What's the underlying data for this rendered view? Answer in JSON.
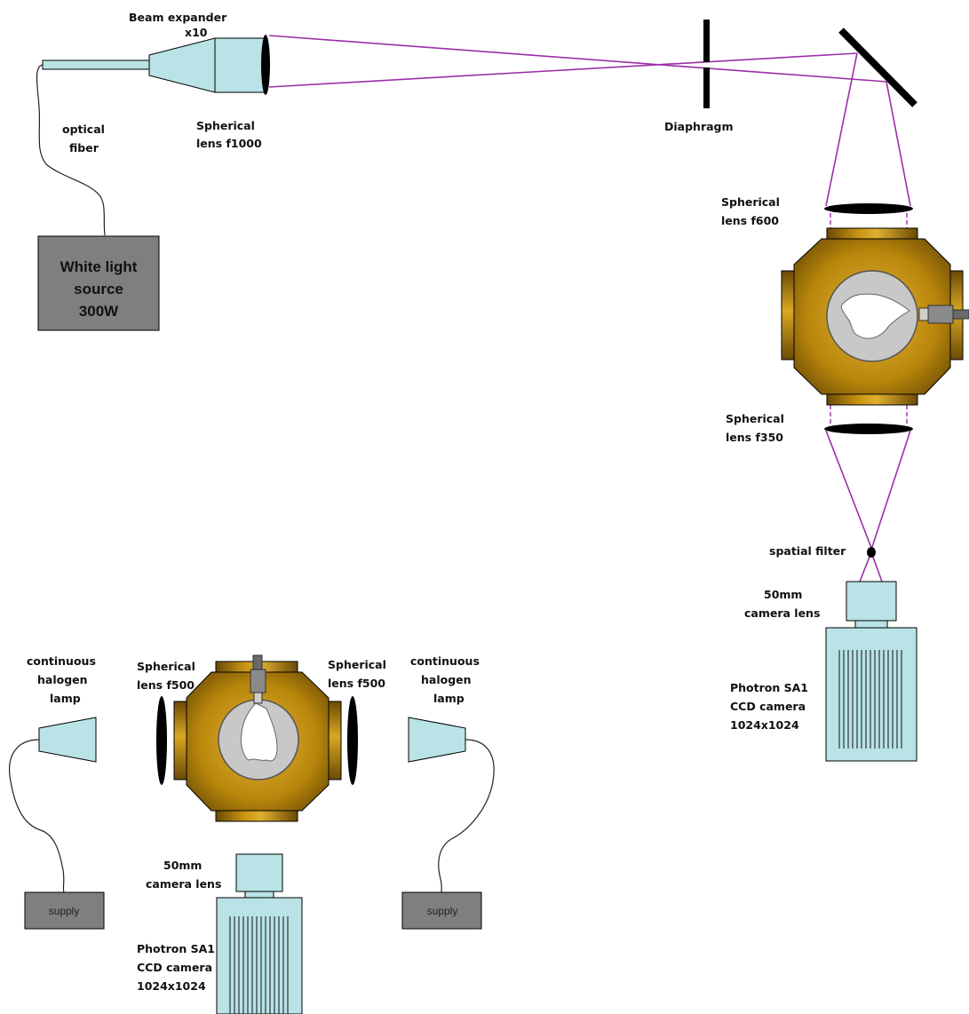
{
  "labels": {
    "beam_expander_line1": "Beam expander",
    "beam_expander_line2": "x10",
    "optical_fiber_line1": "optical",
    "optical_fiber_line2": "fiber",
    "spherical_f1000_line1": "Spherical",
    "spherical_f1000_line2": "lens f1000",
    "white_light_line1": "White light",
    "white_light_line2": "source",
    "white_light_line3": "300W",
    "diaphragm": "Diaphragm",
    "spherical_f600_line1": "Spherical",
    "spherical_f600_line2": "lens f600",
    "spherical_f350_line1": "Spherical",
    "spherical_f350_line2": "lens f350",
    "spatial_filter": "spatial filter",
    "cam_lens_right_line1": "50mm",
    "cam_lens_right_line2": "camera lens",
    "camera_right_line1": "Photron SA1",
    "camera_right_line2": "CCD camera",
    "camera_right_line3": "1024x1024",
    "halogen_left_line1": "continuous",
    "halogen_left_line2": "halogen",
    "halogen_left_line3": "lamp",
    "halogen_right_line1": "continuous",
    "halogen_right_line2": "halogen",
    "halogen_right_line3": "lamp",
    "spherical_f500_left_line1": "Spherical",
    "spherical_f500_left_line2": "lens f500",
    "spherical_f500_right_line1": "Spherical",
    "spherical_f500_right_line2": "lens f500",
    "supply_left": "supply",
    "supply_right": "supply",
    "cam_lens_bottom_line1": "50mm",
    "cam_lens_bottom_line2": "camera lens",
    "camera_bottom_line1": "Photron SA1",
    "camera_bottom_line2": "CCD camera",
    "camera_bottom_line3": "1024x1024"
  },
  "colors": {
    "beam": "#9b2fa8",
    "optic_fill": "#b9e3e6",
    "chamber_gold": "#b8860b",
    "chamber_window": "#c8c8c8",
    "source_box": "#7f7f7f",
    "supply_box": "#7f7f7f"
  }
}
